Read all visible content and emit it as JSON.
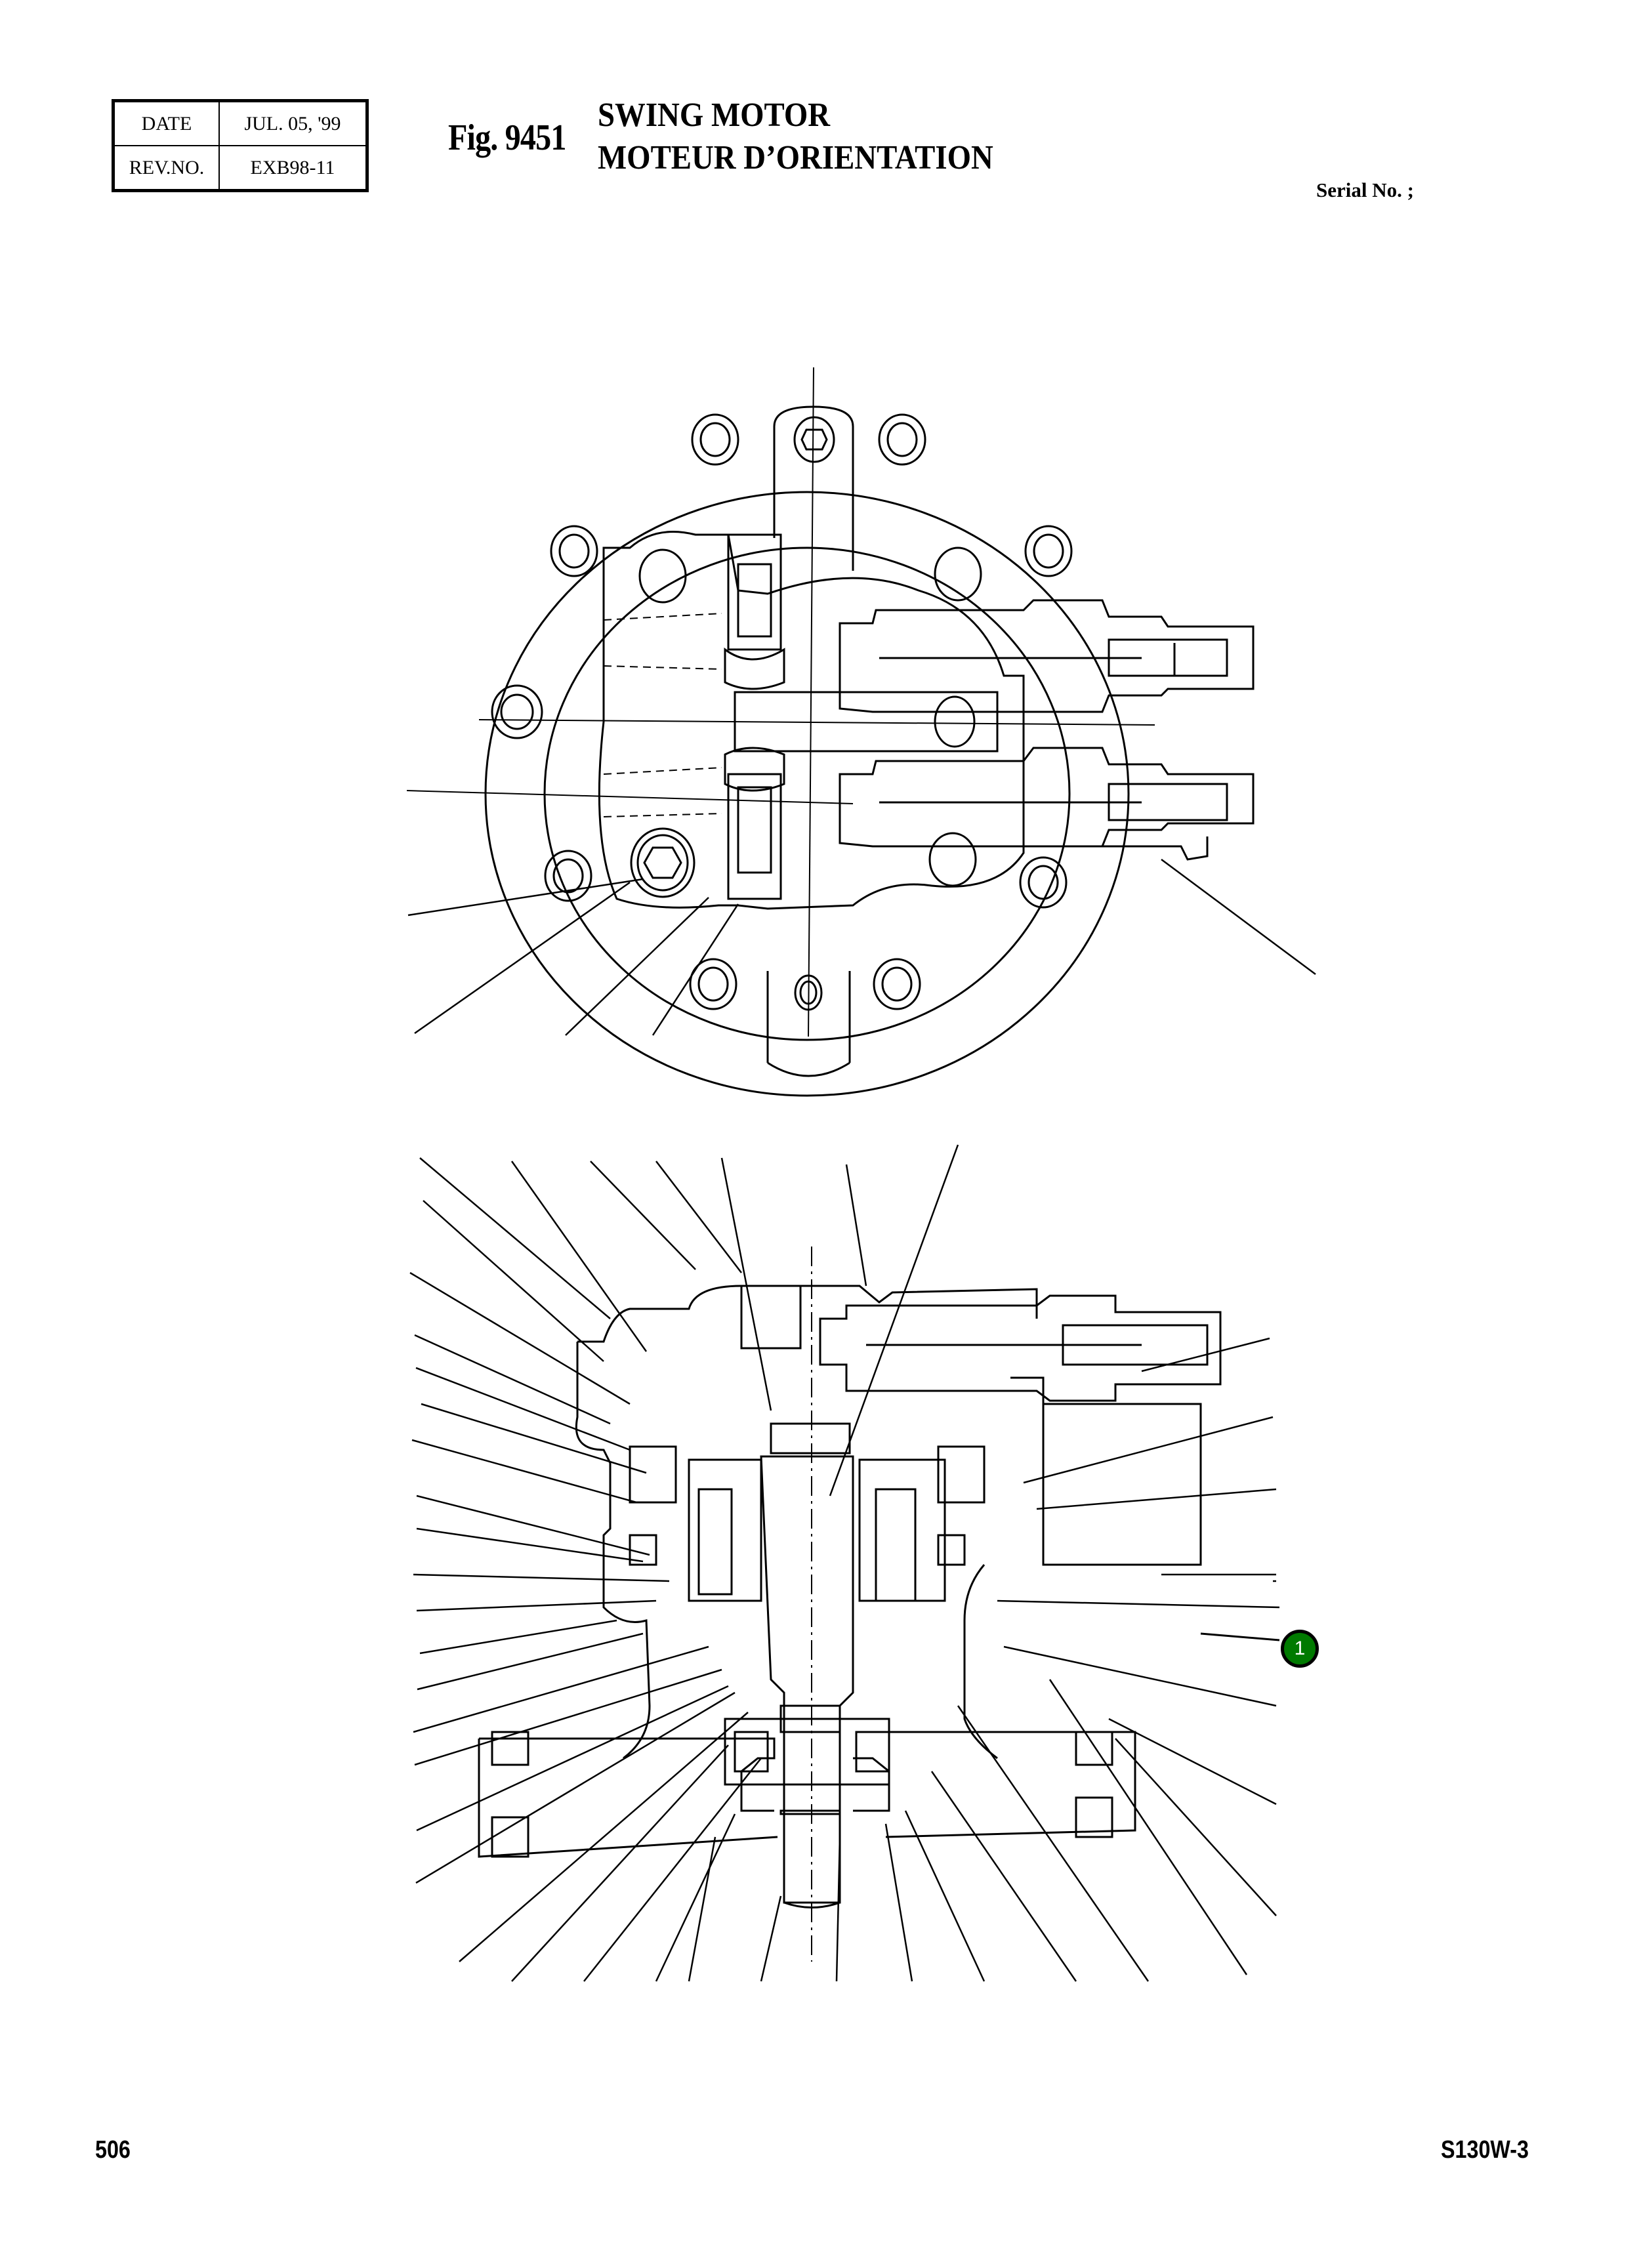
{
  "header": {
    "date_label": "DATE",
    "date_value": "JUL. 05, '99",
    "rev_label": "REV.NO.",
    "rev_value": "EXB98-11",
    "figure_number": "Fig. 9451",
    "title_en": "SWING MOTOR",
    "title_fr": "MOTEUR D’ORIENTATION",
    "serial_label": "Serial No. ;"
  },
  "drawings": {
    "top_view": "swing-motor-top-view",
    "section_view": "swing-motor-cross-section"
  },
  "callouts": [
    {
      "number": "1",
      "color": "#007a00"
    }
  ],
  "footer": {
    "page_number": "506",
    "model": "S130W-3"
  }
}
